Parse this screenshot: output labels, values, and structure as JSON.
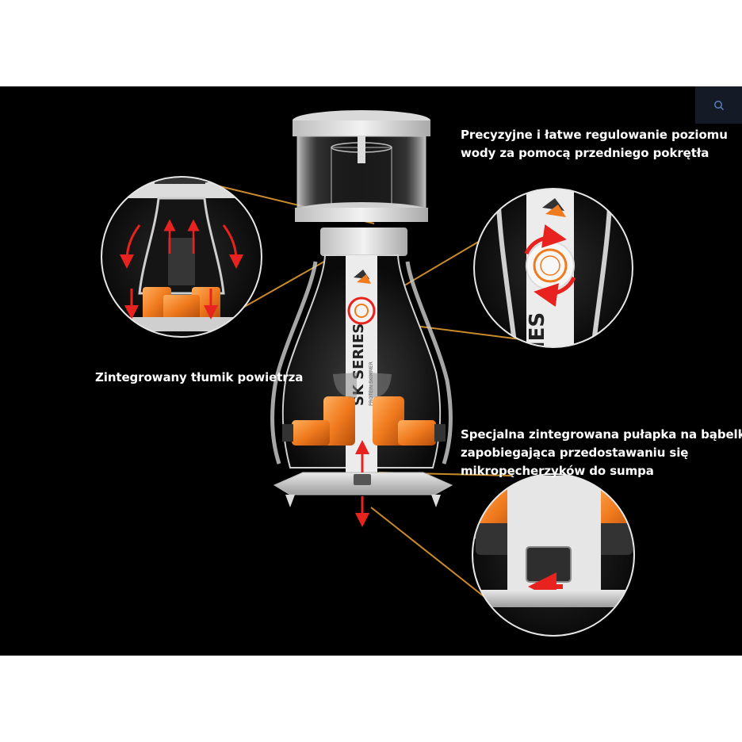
{
  "product": {
    "brand_series": "SK SERIES",
    "subtitle": "PROTEIN SKIMMER"
  },
  "callouts": {
    "water_level": {
      "line1": "Precyzyjne i łatwe regulowanie poziomu",
      "line2": "wody za pomocą przedniego pokrętła"
    },
    "air_silencer": {
      "text": "Zintegrowany tłumik powietrza"
    },
    "bubble_trap": {
      "line1": "Specjalna zintegrowana pułapka na bąbelki",
      "line2": "zapobiegająca przedostawaniu się",
      "line3": "mikropęcherzyków do sumpa"
    }
  },
  "header": {
    "search_icon": "search-icon"
  },
  "colors": {
    "background": "#000000",
    "accent_orange": "#f07a1e",
    "arrow_red": "#e8231f",
    "leader_line": "#c98a2a",
    "search_bg": "#141b26"
  }
}
